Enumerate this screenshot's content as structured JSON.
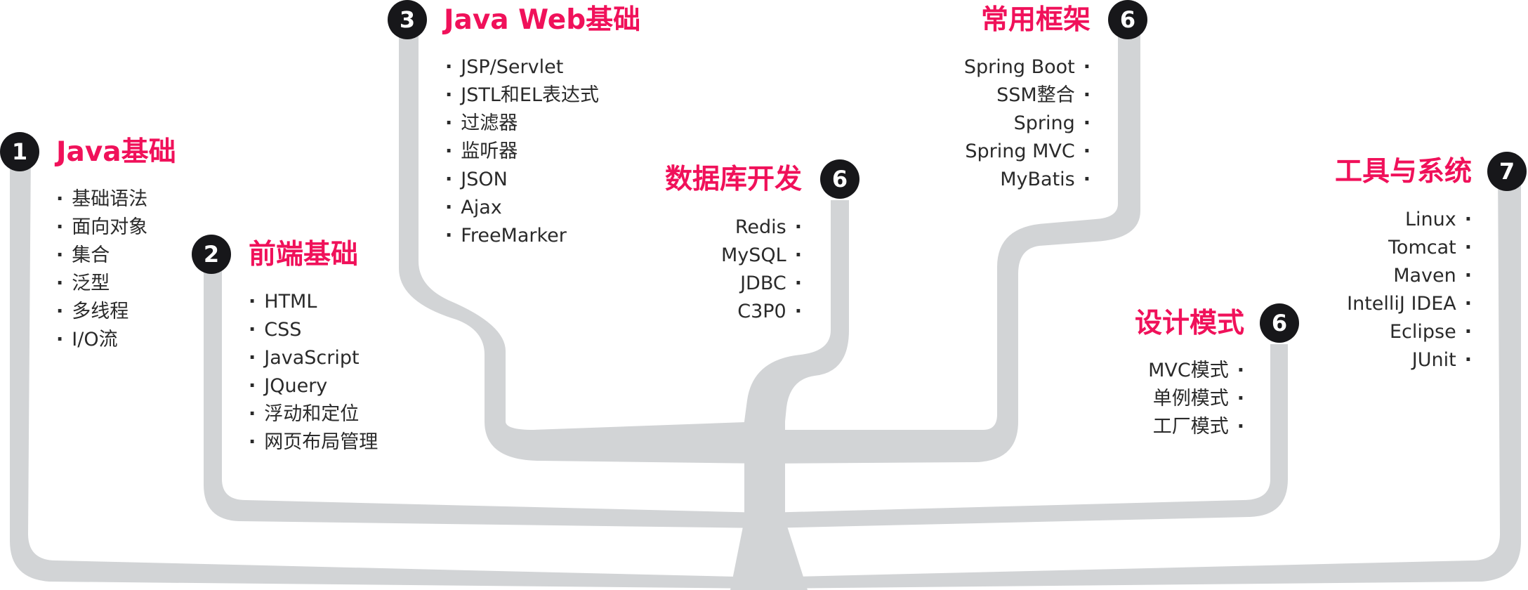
{
  "colors": {
    "accent": "#f0115a",
    "trunk": "#d2d4d6",
    "badge": "#17171a",
    "text": "#2a2a2a"
  },
  "branches": [
    {
      "number": "1",
      "title": "Java基础",
      "items": [
        "基础语法",
        "面向对象",
        "集合",
        "泛型",
        "多线程",
        "I/O流"
      ]
    },
    {
      "number": "2",
      "title": "前端基础",
      "items": [
        "HTML",
        "CSS",
        "JavaScript",
        "JQuery",
        "浮动和定位",
        "网页布局管理"
      ]
    },
    {
      "number": "3",
      "title": "Java Web基础",
      "items": [
        "JSP/Servlet",
        "JSTL和EL表达式",
        "过滤器",
        "监听器",
        "JSON",
        "Ajax",
        "FreeMarker"
      ]
    },
    {
      "number": "6",
      "title": "数据库开发",
      "items": [
        "Redis",
        "MySQL",
        "JDBC",
        "C3P0"
      ]
    },
    {
      "number": "6",
      "title": "常用框架",
      "items": [
        "Spring Boot",
        "SSM整合",
        "Spring",
        "Spring MVC",
        "MyBatis"
      ]
    },
    {
      "number": "6",
      "title": "设计模式",
      "items": [
        "MVC模式",
        "单例模式",
        "工厂模式"
      ]
    },
    {
      "number": "7",
      "title": "工具与系统",
      "items": [
        "Linux",
        "Tomcat",
        "Maven",
        "IntelliJ IDEA",
        "Eclipse",
        "JUnit"
      ]
    }
  ]
}
